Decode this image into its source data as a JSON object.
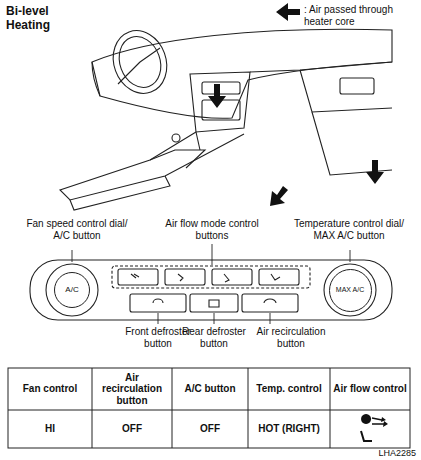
{
  "diagram": {
    "title": "Bi-level Heating",
    "nodes": [
      {
        "text": [
          "A/C"
        ]
      },
      {
        "text": [
          "MAX A/C"
        ]
      }
    ],
    "edges": [],
    "labels": [
      "Fan speed control dial/ A/C button",
      "Air flow mode control buttons",
      "Temperature control dial/ MAX A/C button",
      "Front defroster button",
      "Rear defroster button",
      "Air recirculation button",
      "Fan control",
      "Air recirculation button",
      "A/C button",
      "Temp. control",
      "Air flow control",
      "HI",
      "OFF",
      "OFF",
      "HOT (RIGHT)",
      "LHA2285"
    ],
    "legend": [
      {
        "text": ": Air passed through heater core"
      }
    ]
  }
}
